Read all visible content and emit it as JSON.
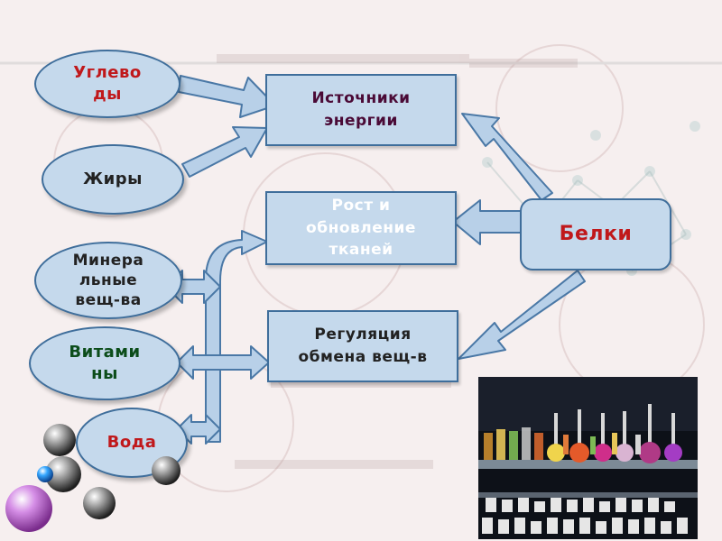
{
  "nodes": {
    "carbohydrates": {
      "label": "Углево\nды",
      "color": "#c0181b"
    },
    "fats": {
      "label": "Жиры",
      "color": "#222222"
    },
    "minerals": {
      "label": "Минера\nльные\nвещ-ва",
      "color": "#222222"
    },
    "vitamins": {
      "label": "Витами\nны",
      "color": "#0c4d1a"
    },
    "water": {
      "label": "Вода",
      "color": "#c0181b"
    },
    "energy": {
      "label": "Источники\nэнергии",
      "color": "#4a0a36"
    },
    "growth": {
      "label": "Рост и\nобновление\nтканей",
      "color": "#ffffff"
    },
    "regulation": {
      "label": "Регуляция\nобмена вещ-в",
      "color": "#222222"
    },
    "proteins": {
      "label": "Белки",
      "color": "#c0181b"
    }
  },
  "colors": {
    "node_fill": "#c5d9ec",
    "node_border": "#3f6e9b",
    "arrow_fill": "#b8d0e8",
    "arrow_stroke": "#4a78a6"
  }
}
